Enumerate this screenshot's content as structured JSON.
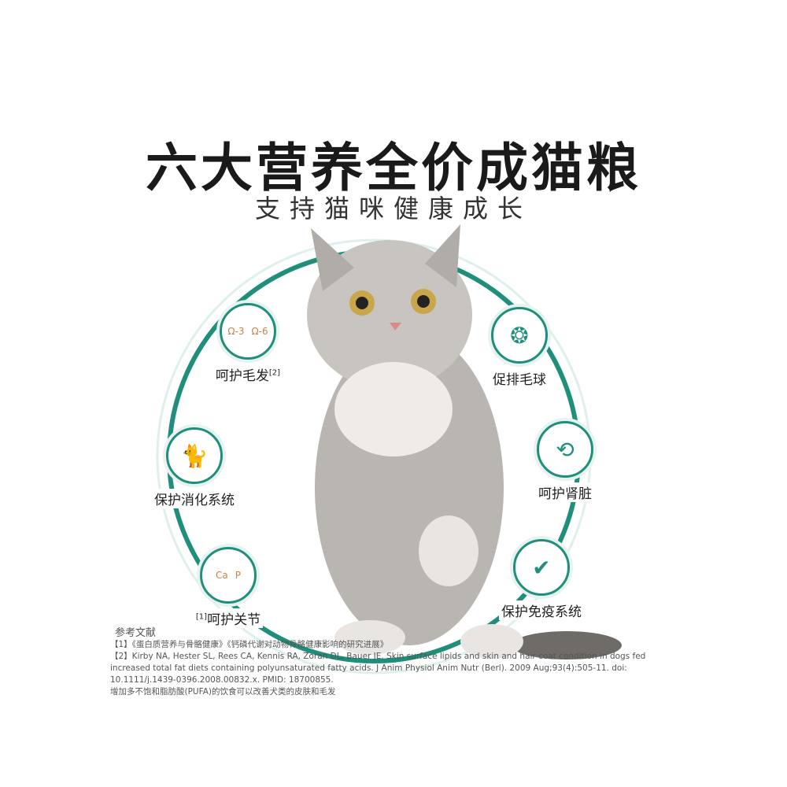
{
  "title": "六大营养全价成猫粮",
  "subtitle": "支持猫咪健康成长",
  "accent": "#1f8f7c",
  "features": [
    {
      "label": "呵护毛发",
      "note": "[2]",
      "icon": "omega-hair-icon",
      "badges": [
        "Ω-3",
        "Ω-6"
      ]
    },
    {
      "label": "保护消化系统",
      "icon": "cat-eating-icon"
    },
    {
      "label": "呵护关节",
      "note": "[1]",
      "icon": "joint-icon",
      "badges": [
        "Ca",
        "P"
      ]
    },
    {
      "label": "促排毛球",
      "icon": "hairball-icon"
    },
    {
      "label": "呵护肾脏",
      "icon": "kidney-icon"
    },
    {
      "label": "保护免疫系统",
      "icon": "shield-check-icon"
    }
  ],
  "references": {
    "heading": "参考文献",
    "items": [
      "【1】《蛋白质营养与骨骼健康》《钙磷代谢对动物骨骼健康影响的研究进展》",
      "【2】Kirby NA, Hester SL, Rees CA, Kennis RA, Zoran DL, Bauer JE. Skin surface lipids and skin and hair coat condition in dogs fed increased total fat diets containing polyunsaturated fatty acids. J Anim Physiol Anim Nutr (Berl). 2009 Aug;93(4):505-11. doi: 10.1111/j.1439-0396.2008.00832.x. PMID: 18700855.",
      "增加多不饱和脂肪酸(PUFA)的饮食可以改善犬类的皮肤和毛发"
    ]
  }
}
